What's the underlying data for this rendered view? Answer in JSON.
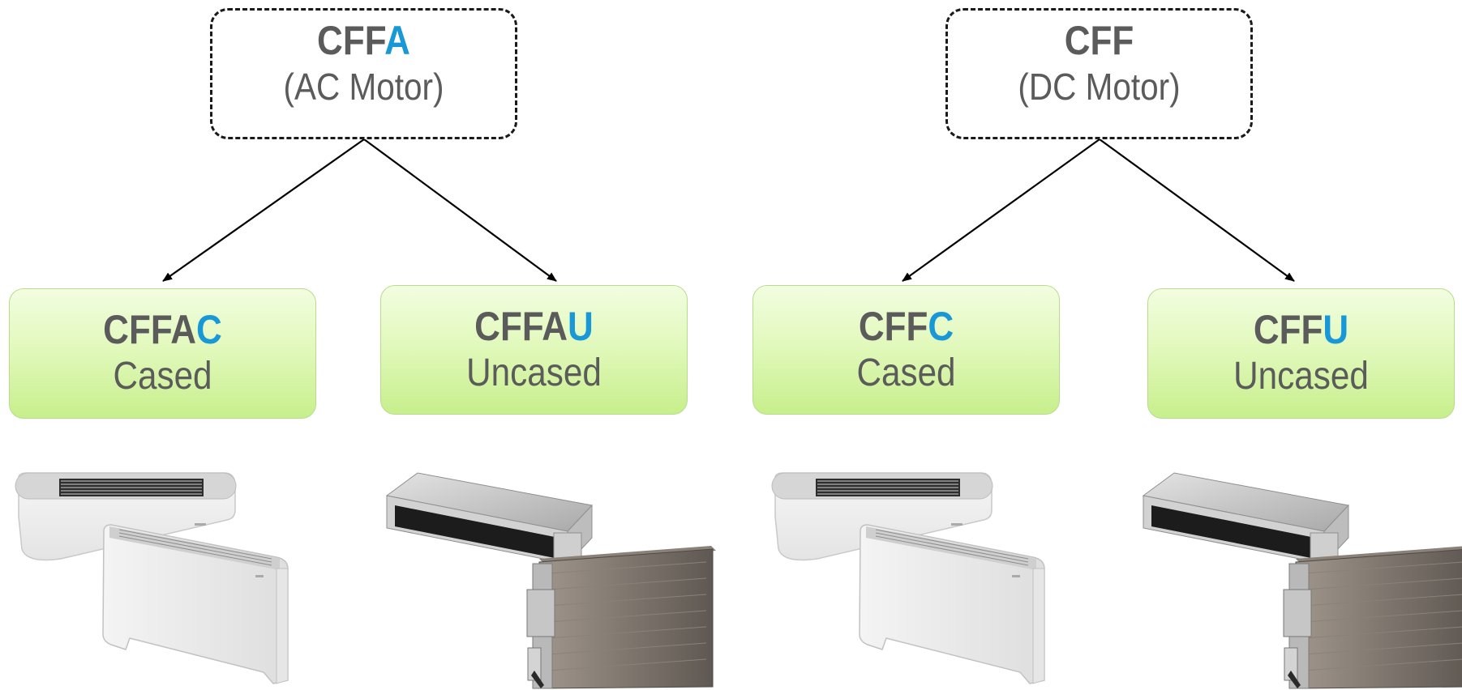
{
  "parents": [
    {
      "code": "CFF",
      "accent": "A",
      "sub": "(AC Motor)"
    },
    {
      "code": "CFF",
      "accent": "",
      "sub": "(DC Motor)"
    }
  ],
  "children": [
    {
      "code": "CFFA",
      "accent": "C",
      "sub": "Cased",
      "image": "cased-fan-coil-units"
    },
    {
      "code": "CFFA",
      "accent": "U",
      "sub": "Uncased",
      "image": "uncased-fan-coil-units"
    },
    {
      "code": "CFF",
      "accent": "C",
      "sub": "Cased",
      "image": "cased-fan-coil-units"
    },
    {
      "code": "CFF",
      "accent": "U",
      "sub": "Uncased",
      "image": "uncased-fan-coil-units"
    }
  ],
  "colors": {
    "accent": "#1898d6",
    "text": "#5b5b5b",
    "box_fill": "#dff8b8",
    "arrow": "#000000"
  }
}
